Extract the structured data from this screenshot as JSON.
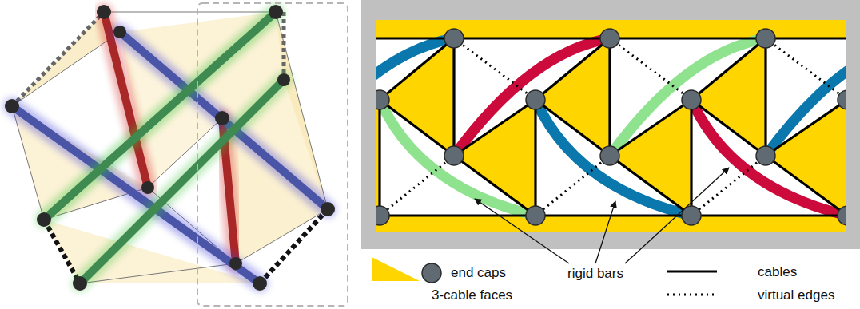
{
  "diagram": {
    "labels": [
      "rigid bars"
    ],
    "legend": [
      {
        "text": "end caps"
      },
      {
        "text": "3-cable faces",
        "color": "#ffd500"
      },
      {
        "text": "cables"
      },
      {
        "text": "virtual edges"
      }
    ]
  }
}
